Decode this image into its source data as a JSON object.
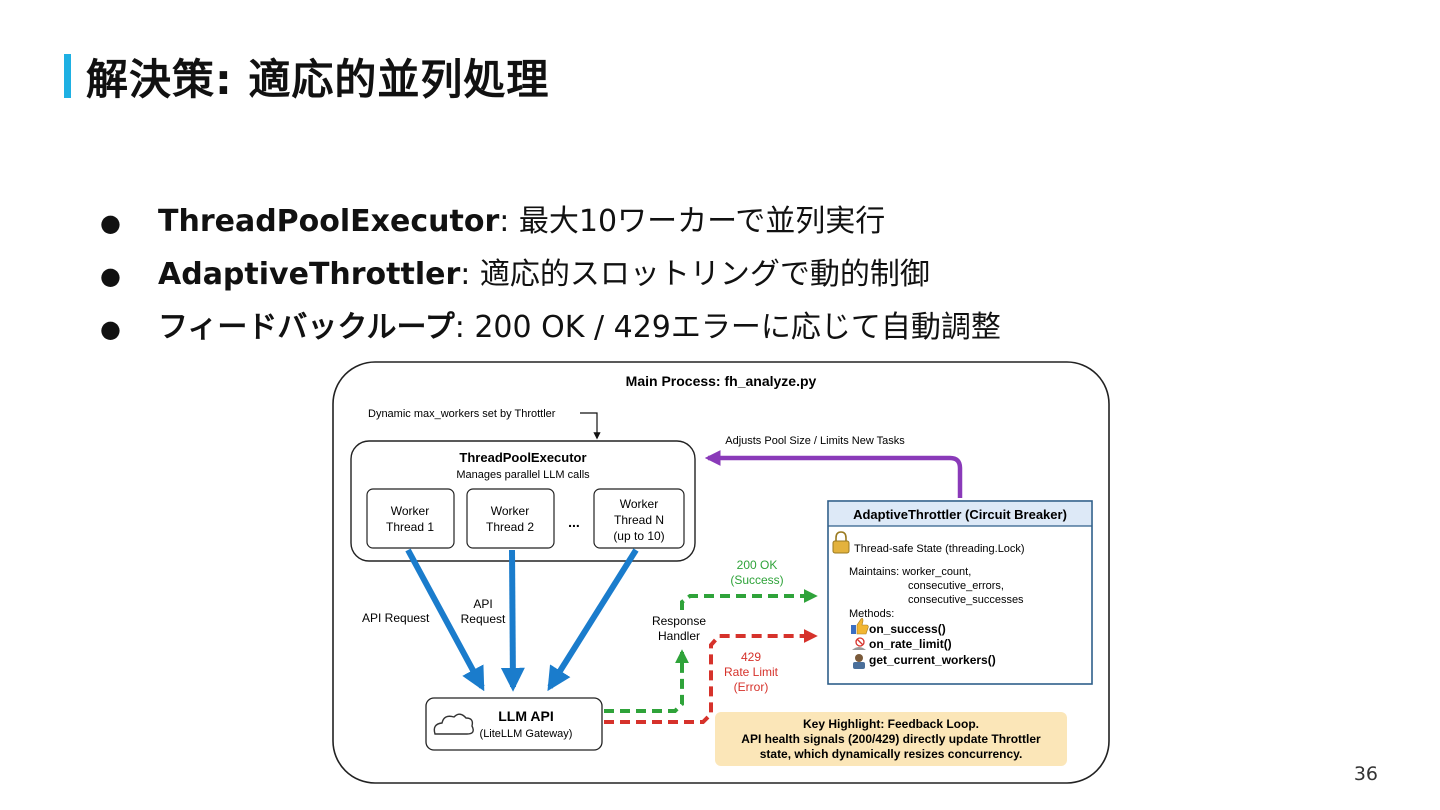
{
  "slide": {
    "title": "解決策: 適応的並列処理",
    "page_number": "36",
    "accent_color": "#1eb0e3"
  },
  "bullets": [
    {
      "term": "ThreadPoolExecutor",
      "text": ": 最大10ワーカーで並列実行"
    },
    {
      "term": "AdaptiveThrottler",
      "text": ": 適応的スロットリングで動的制御"
    },
    {
      "term": "フィードバックループ",
      "text": " : 200 OK / 429エラーに応じて自動調整"
    }
  ],
  "diagram": {
    "main_title": "Main Process: fh_analyze.py",
    "dynamic_note": "Dynamic max_workers set by Throttler",
    "adjusts_label": "Adjusts Pool Size / Limits New Tasks",
    "pool": {
      "title": "ThreadPoolExecutor",
      "subtitle": "Manages parallel LLM calls",
      "workers": [
        {
          "line1": "Worker",
          "line2": "Thread 1",
          "line3": ""
        },
        {
          "line1": "Worker",
          "line2": "Thread 2",
          "line3": ""
        },
        {
          "line1": "Worker",
          "line2": "Thread N",
          "line3": "(up to 10)"
        }
      ],
      "ellipsis": "..."
    },
    "api_request_left": "API Request",
    "api_request_mid_1": "API",
    "api_request_mid_2": "Request",
    "response_handler_1": "Response",
    "response_handler_2": "Handler",
    "success_1": "200 OK",
    "success_2": "(Success)",
    "error_1": "429",
    "error_2": "Rate Limit",
    "error_3": "(Error)",
    "llm": {
      "title": "LLM API",
      "subtitle": "(LiteLLM Gateway)"
    },
    "throttler": {
      "title": "AdaptiveThrottler (Circuit Breaker)",
      "state": "Thread-safe State (threading.Lock)",
      "maintains_label": "Maintains: worker_count,",
      "maintains_2": "consecutive_errors,",
      "maintains_3": "consecutive_successes",
      "methods_label": "Methods:",
      "method_1": "on_success()",
      "method_2": "on_rate_limit()",
      "method_3": "get_current_workers()"
    },
    "highlight": {
      "line1": "Key Highlight: Feedback Loop.",
      "line2": "API health signals (200/429) directly update Throttler",
      "line3": "state, which dynamically resizes concurrency."
    },
    "colors": {
      "request_arrow": "#1a7ccc",
      "success": "#2fa33a",
      "error": "#d6322b",
      "adjust": "#8a3ab9",
      "throttler_header": "#dde9f7",
      "throttler_border": "#2f5f8a",
      "highlight_bg": "#fbe6b8"
    }
  }
}
